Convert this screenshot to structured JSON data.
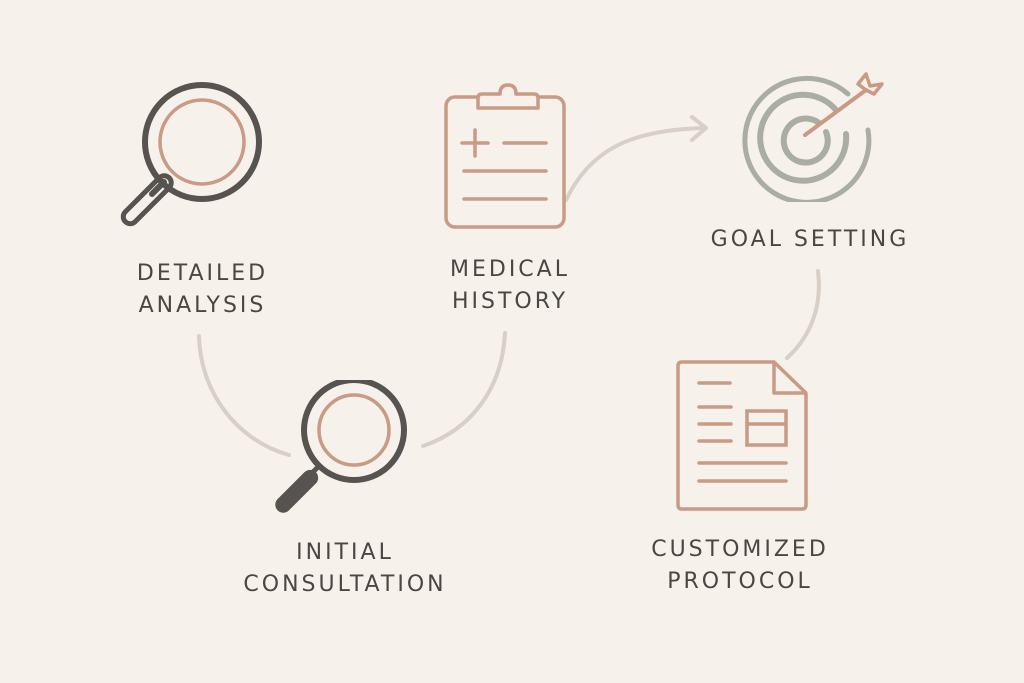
{
  "diagram": {
    "type": "process-flow",
    "background_color": "#f7f1ec",
    "colors": {
      "text": "#4a4644",
      "dark_stroke": "#575350",
      "accent_terracotta": "#c99a84",
      "target_gray": "#a9ada3",
      "connector": "#d8cfc6"
    },
    "steps": [
      {
        "id": "detailed-analysis",
        "icon": "magnifying-glass-icon",
        "label_line1": "Detailed",
        "label_line2": "Analysis"
      },
      {
        "id": "initial-consultation",
        "icon": "magnifying-glass-icon",
        "label_line1": "Initial",
        "label_line2": "Consultation"
      },
      {
        "id": "medical-history",
        "icon": "clipboard-icon",
        "label_line1": "Medical",
        "label_line2": "History"
      },
      {
        "id": "goal-setting",
        "icon": "target-arrow-icon",
        "label_line1": "Goal Setting",
        "label_line2": ""
      },
      {
        "id": "customized-protocol",
        "icon": "document-icon",
        "label_line1": "Customized",
        "label_line2": "Protocol"
      }
    ],
    "connectors": [
      {
        "from": "detailed-analysis",
        "to": "initial-consultation",
        "arrow": false
      },
      {
        "from": "initial-consultation",
        "to": "medical-history",
        "arrow": false
      },
      {
        "from": "medical-history",
        "to": "goal-setting",
        "arrow": true
      },
      {
        "from": "goal-setting",
        "to": "customized-protocol",
        "arrow": false
      }
    ]
  }
}
